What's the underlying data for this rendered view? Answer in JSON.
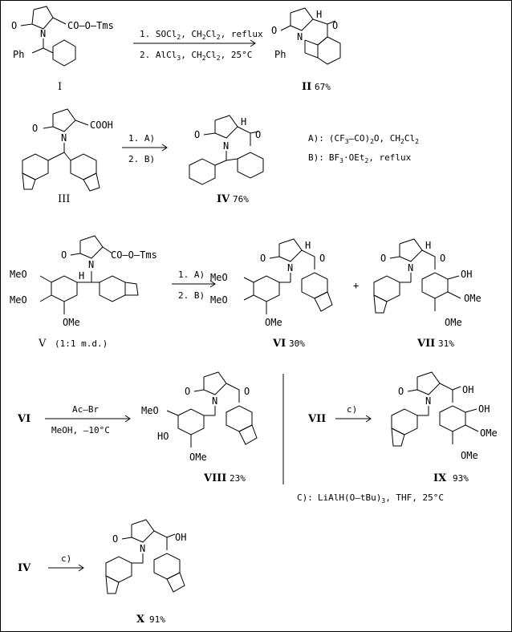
{
  "reaction1": {
    "reactant_label": "I",
    "product_label": "II",
    "product_yield": "67%",
    "reactant_group": "CO–O–Tms",
    "reactant_ph": "Ph",
    "product_ph": "Ph",
    "cond1": "1. SOCl",
    "cond1b": ", CH",
    "cond1c": "Cl",
    "cond1d": ", reflux",
    "cond2": "2. AlCl",
    "cond2b": ", CH",
    "cond2c": "Cl",
    "cond2d": ", 25°C",
    "sub2": "2",
    "sub3": "3"
  },
  "reaction2": {
    "reactant_label": "III",
    "product_label": "IV",
    "product_yield": "76%",
    "acid": "COOH",
    "step1": "1. A)",
    "step2": "2. B)"
  },
  "reagents": {
    "a_prefix": "A):",
    "a_text": "(CF",
    "a_text2": "–CO)",
    "a_text3": "O, CH",
    "a_text4": "Cl",
    "b_prefix": "B):",
    "b_text": "BF",
    "b_text2": "·OEt",
    "b_text3": ", reflux",
    "c_prefix": "C):",
    "c_text": "LiAlH(O–tBu)",
    "c_text2": ", THF, 25°C"
  },
  "reaction3": {
    "reactant_label": "V",
    "reactant_note": "(1:1 m.d.)",
    "group": "CO–O–Tms",
    "meo": "MeO",
    "ome": "OMe",
    "h": "H",
    "step1": "1. A)",
    "step2": "2. B)",
    "plus": "+",
    "prod1_label": "VI",
    "prod1_yield": "30%",
    "prod2_label": "VII",
    "prod2_yield": "31%",
    "oh": "OH"
  },
  "reaction4": {
    "reactant_label": "VI",
    "cond1": "Ac–Br",
    "cond2": "MeOH, –10°C",
    "product_label": "VIII",
    "product_yield": "23%",
    "ho": "HO"
  },
  "reaction5": {
    "reactant_label": "VII",
    "cond": "c)",
    "product_label": "IX",
    "product_yield": "93%"
  },
  "reaction6": {
    "reactant_label": "IV",
    "cond": "c)",
    "product_label": "X",
    "product_yield": "91%"
  },
  "atoms": {
    "o": "O",
    "n": "N",
    "h": "H"
  }
}
